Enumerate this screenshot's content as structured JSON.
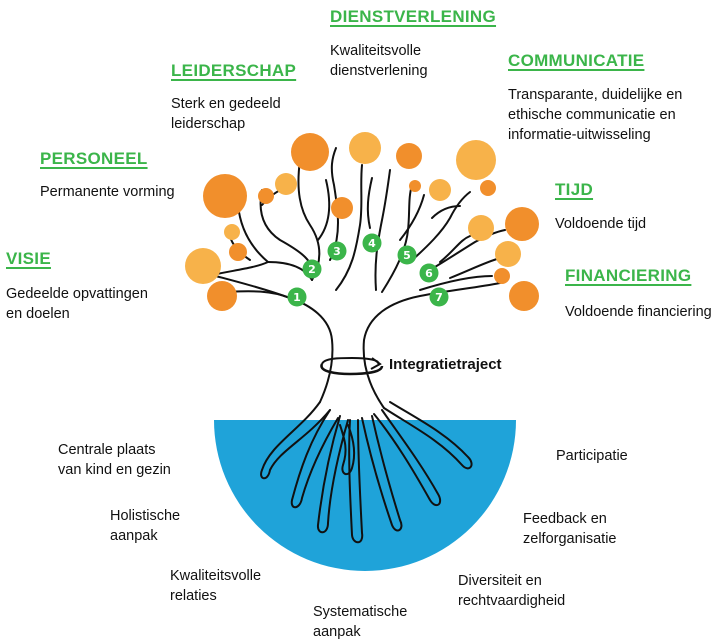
{
  "pillars": [
    {
      "number": "1",
      "title": "VISIE",
      "description": "Gedeelde opvattingen\nen doelen"
    },
    {
      "number": "2",
      "title": "PERSONEEL",
      "description": "Permanente vorming"
    },
    {
      "number": "3",
      "title": "LEIDERSCHAP",
      "description": "Sterk en gedeeld\nleiderschap"
    },
    {
      "number": "4",
      "title": "DIENSTVERLENING",
      "description": "Kwaliteitsvolle\ndienstverlening"
    },
    {
      "number": "5",
      "title": "COMMUNICATIE",
      "description": "Transparante, duidelijke en\nethische communicatie en\ninformatie-uitwisseling"
    },
    {
      "number": "6",
      "title": "TIJD",
      "description": "Voldoende tijd"
    },
    {
      "number": "7",
      "title": "FINANCIERING",
      "description": "Voldoende financiering"
    }
  ],
  "trunk_label": "Integratietraject",
  "roots": [
    {
      "label": "Centrale plaats\nvan kind en gezin"
    },
    {
      "label": "Holistische\naanpak"
    },
    {
      "label": "Kwaliteitsvolle\nrelaties"
    },
    {
      "label": "Systematische\naanpak"
    },
    {
      "label": "Diversiteit en\nrechtvaardigheid"
    },
    {
      "label": "Feedback en\nzelforganisatie"
    },
    {
      "label": "Participatie"
    }
  ],
  "colors": {
    "heading": "#3bb54a",
    "badge": "#3bb54a",
    "fruit_dark": "#f18f2c",
    "fruit_light": "#f7b24a",
    "ground": "#1fa3d9",
    "outline": "#111111"
  }
}
